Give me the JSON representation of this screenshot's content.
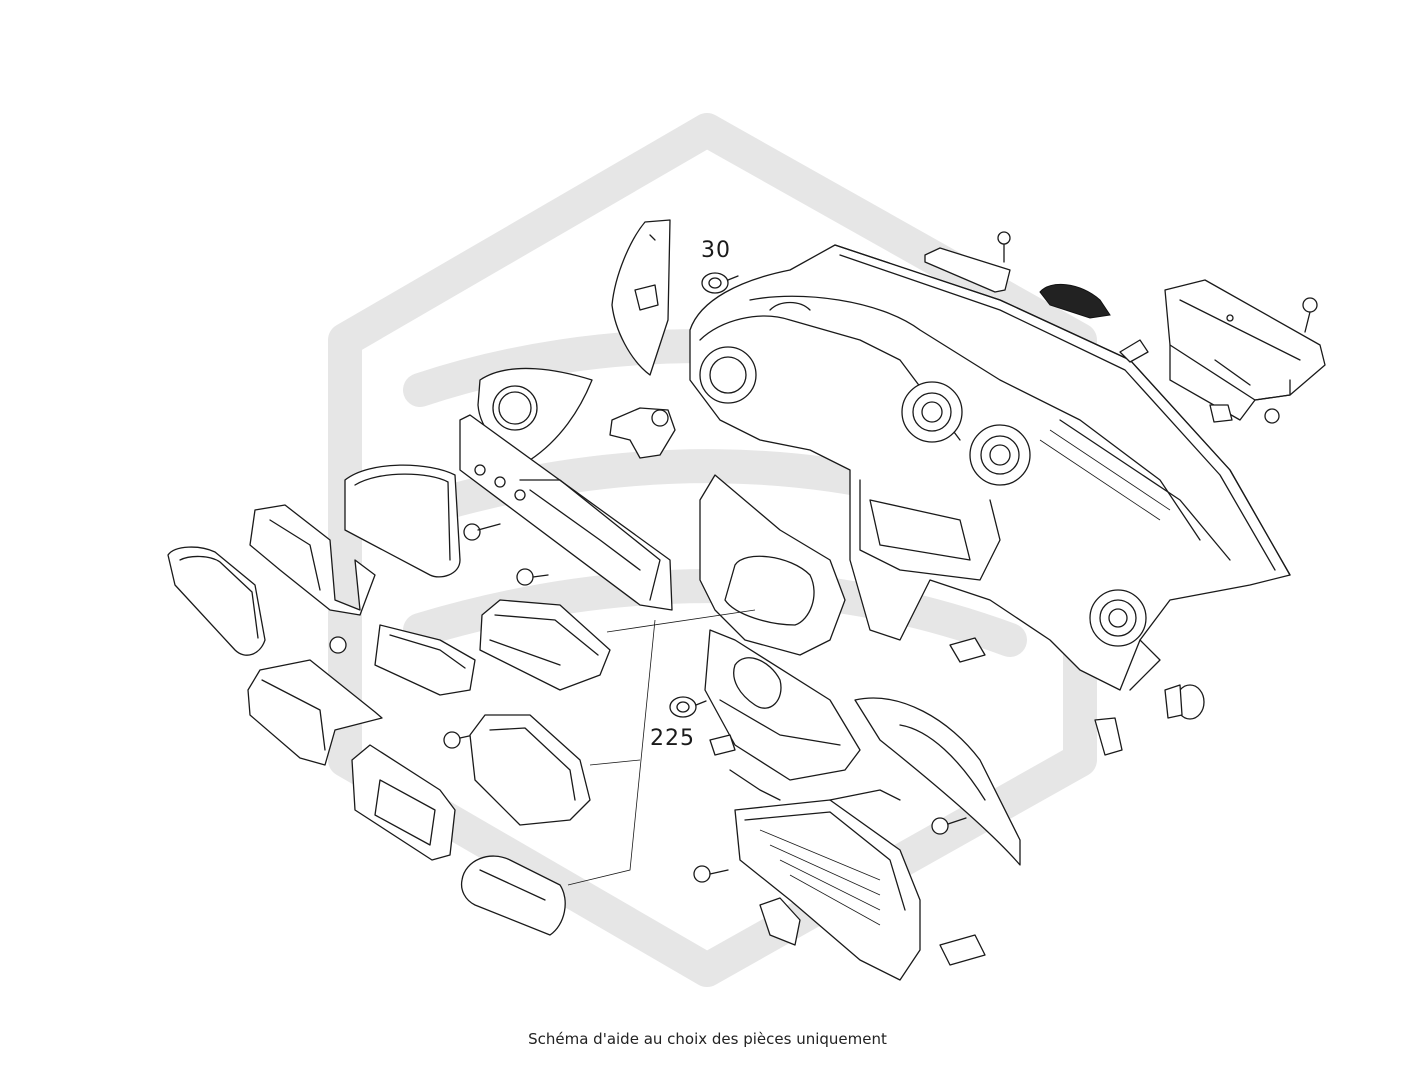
{
  "diagram": {
    "callouts": [
      {
        "id": "ref-30",
        "label": "30"
      },
      {
        "id": "ref-225",
        "label": "225"
      }
    ],
    "caption": "Schéma d'aide au choix des pièces uniquement"
  },
  "colors": {
    "line": "#1a1a1a",
    "watermark": "#e6e6e6",
    "background": "#ffffff"
  }
}
